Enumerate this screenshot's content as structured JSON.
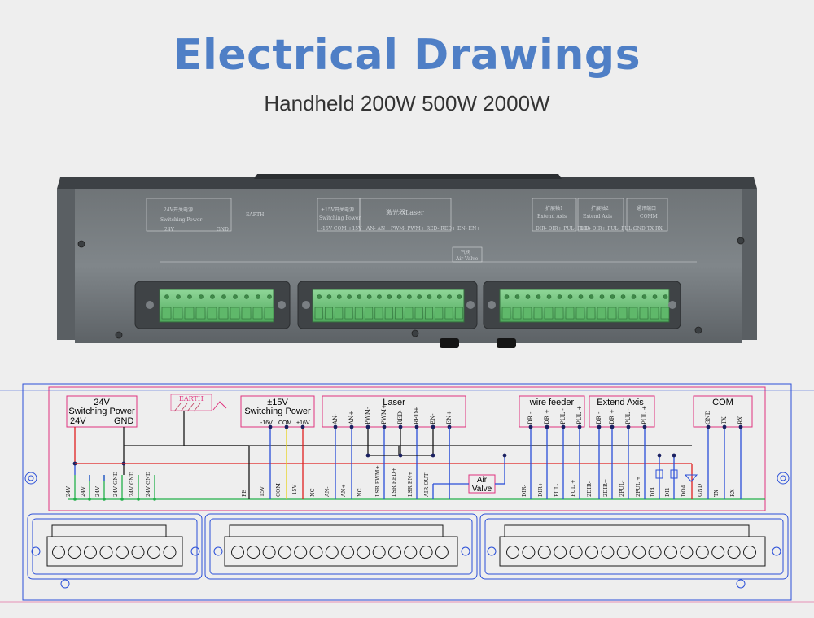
{
  "header": {
    "title": "Electrical Drawings",
    "subtitle": "Handheld 200W 500W 2000W"
  },
  "device_labels": {
    "switching_power_cn": "24V开关电源",
    "switching_power": "Switching Power",
    "v24": "24V",
    "gnd": "GND",
    "earth": "EARTH",
    "pm15_cn": "±15V开关电源",
    "pm15_sp": "Switching Power",
    "pm15_pins": "-15V  COM  +15V",
    "laser_cn": "激光器Laser",
    "laser_pins": "AN-  AN+  PWM-  PWM+  RED-  RED+  EN-  EN+",
    "ext1_cn": "扩展轴1",
    "ext1": "Extend Axis",
    "ext1_pins": "DIR-  DIR+  PUL-  PUL+",
    "ext2_cn": "扩展轴2",
    "ext2": "Extend Axis",
    "ext2_pins": "DIR-  DIR+  PUL-  PUL+",
    "com_cn": "通讯端口",
    "com": "COMM",
    "com_pins": "GND  TX  RX",
    "air_cn": "气阀",
    "air": "Air Valve"
  },
  "diagram": {
    "switching_power": {
      "title1": "24V",
      "title2": "Switching Power",
      "v24": "24V",
      "gnd": "GND"
    },
    "earth": "EARTH",
    "pm15": {
      "title1": "±15V",
      "title2": "Switching Power",
      "n16": "-16V",
      "com": "COM",
      "p16": "+16V"
    },
    "laser": {
      "title": "Laser",
      "pins": [
        "AN-",
        "AN+",
        "PWM-",
        "PWM+",
        "RED-",
        "RED+",
        "EN-",
        "EN+"
      ]
    },
    "wire_feeder": {
      "title": "wire feeder",
      "pins": [
        "DR -",
        "DR +",
        "PUL -",
        "PUL +"
      ]
    },
    "extend_axis": {
      "title": "Extend Axis",
      "pins": [
        "DR -",
        "DR +",
        "PUL -",
        "PUL +"
      ]
    },
    "com": {
      "title": "COM",
      "pins": [
        "GND",
        "TX",
        "RX"
      ]
    },
    "air_valve": [
      "Air",
      "Valve"
    ],
    "terminals_left": [
      "24V",
      "24V",
      "24V",
      "24V GND",
      "24V GND",
      "24V GND"
    ],
    "terminals_mid": [
      "PE",
      "15V",
      "COM",
      "-15V",
      "NC",
      "AN-",
      "AN+",
      "NC",
      "LSR PWM+",
      "LSR RED+",
      "LSR EN+",
      "AIR OUT"
    ],
    "terminals_right": [
      "DIR-",
      "DIR+",
      "PUL-",
      "PUL +",
      "2DIR-",
      "2DIR+",
      "2PUL-",
      "2PUL +",
      "DI4",
      "DI1",
      "DO4",
      "GND",
      "TX",
      "RX"
    ]
  },
  "colors": {
    "title": "#4f7fc6",
    "box": "#e0337e",
    "wire_red": "#e02020",
    "wire_blue": "#2a4fd8",
    "wire_green": "#22b04a",
    "wire_yellow": "#e8d21a",
    "wire_black": "#1a1a1a",
    "connector_green": "#6fc47a"
  }
}
